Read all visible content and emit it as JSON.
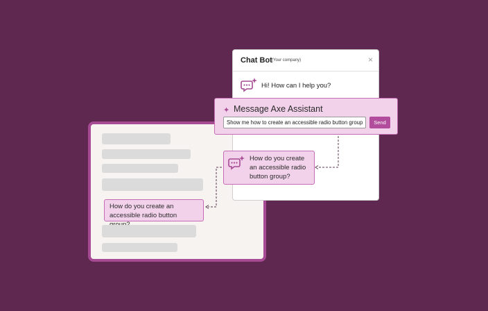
{
  "colors": {
    "background": "#5e2850",
    "accent": "#b14d9c",
    "bubble": "#f2d2ea",
    "panel_border": "#a64a93"
  },
  "document_panel": {
    "question_text": "How do you create an accessible radio button group?"
  },
  "chat": {
    "title": "Chat Bot",
    "subtitle": "(Your company)",
    "close_icon": "×",
    "greeting": "Hi! How can I help you?",
    "greeting_icon": "chat-sparkle-icon",
    "question": "How do you create an accessible radio button group?"
  },
  "axe_assistant": {
    "icon": "✦",
    "title": "Message Axe Assistant",
    "input_value": "Show me how to create an accessible radio button group.",
    "send_label": "Send"
  }
}
